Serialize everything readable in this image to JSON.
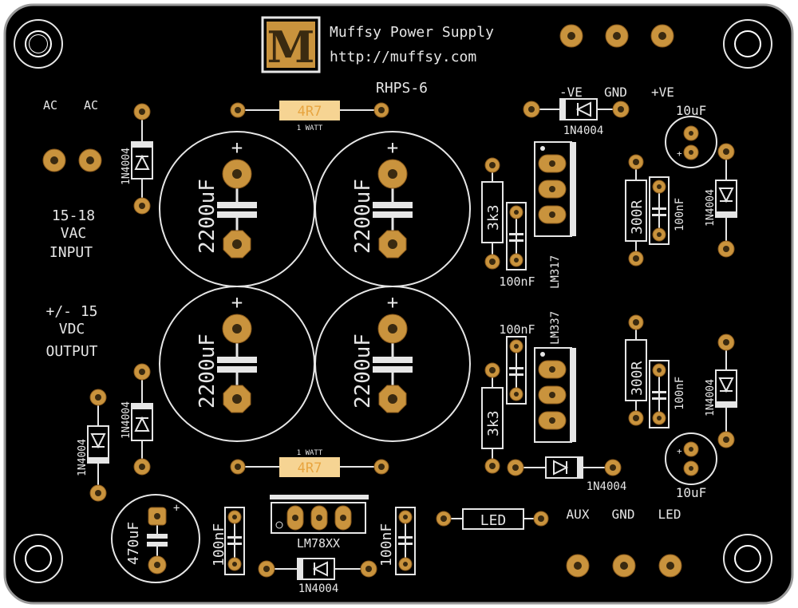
{
  "board": {
    "title": "Muffsy Power Supply",
    "url": "http://muffsy.com",
    "model": "RHPS-6",
    "logo_letter": "M",
    "colors": {
      "board": "#000000",
      "edge": "#9a9a9a",
      "silkscreen": "#e6e6e6",
      "pad": "#c9933d",
      "resistor_body": "#f6d493"
    }
  },
  "labels": {
    "ac_left": "AC",
    "ac_right": "AC",
    "vac_line1": "15-18",
    "vac_line2": "VAC",
    "vac_line3": "INPUT",
    "vdc_line1": "+/- 15",
    "vdc_line2": "VDC",
    "vdc_line3": "OUTPUT",
    "neg_ve": "-VE",
    "gnd_top": "GND",
    "pos_ve": "+VE",
    "aux": "AUX",
    "gnd_bottom": "GND",
    "led_term": "LED"
  },
  "components": {
    "diode": "1N4004",
    "cap_big": "2200uF",
    "cap_plus": "+",
    "res_top": "4R7",
    "res_bottom": "4R7",
    "watt_top": "1 WATT",
    "watt_bottom": "1 WATT",
    "res_3k3_top": "3k3",
    "res_3k3_bottom": "3k3",
    "res_300r_top": "300R",
    "res_300r_bottom": "300R",
    "cap_100nf": "100nF",
    "cap_10uf_top": "10uF",
    "cap_10uf_bottom": "10uF",
    "cap_470uf": "470uF",
    "reg_lm317": "LM317",
    "reg_lm337": "LM337",
    "reg_lm78xx": "LM78XX",
    "led": "LED"
  }
}
